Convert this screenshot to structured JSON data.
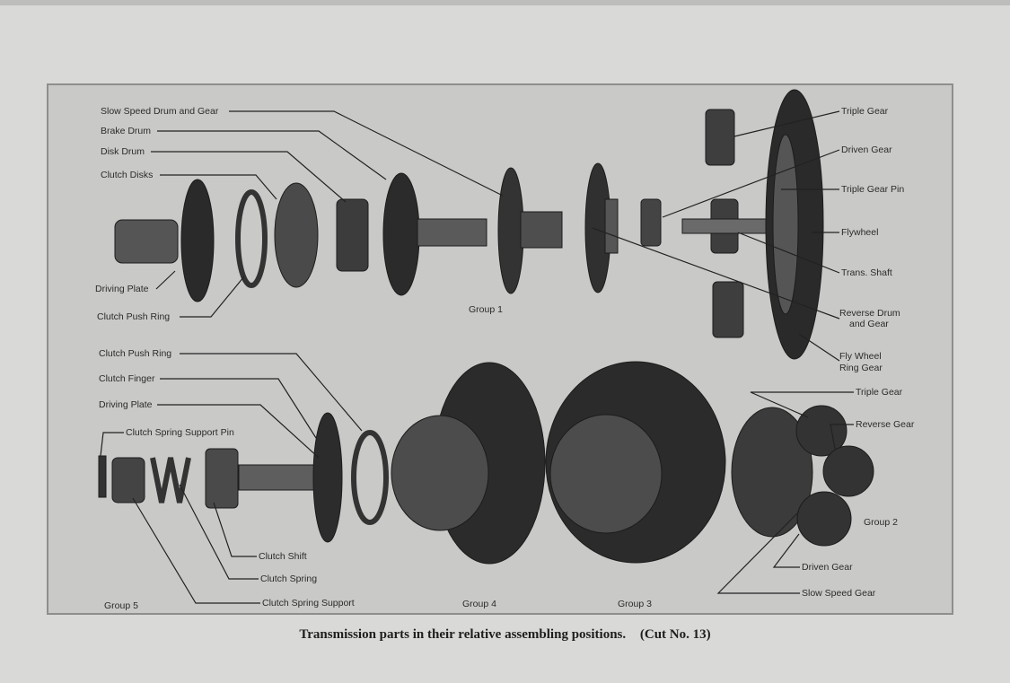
{
  "figure": {
    "group1_labels": {
      "slow_speed_drum": "Slow Speed Drum and Gear",
      "brake_drum": "Brake Drum",
      "disk_drum": "Disk Drum",
      "clutch_disks": "Clutch Disks",
      "driving_plate": "Driving Plate",
      "clutch_push_ring": "Clutch Push Ring",
      "triple_gear": "Triple Gear",
      "driven_gear": "Driven Gear",
      "triple_gear_pin": "Triple Gear Pin",
      "flywheel": "Flywheel",
      "trans_shaft": "Trans. Shaft",
      "reverse_drum_1": "Reverse Drum",
      "reverse_drum_2": "and Gear",
      "ring_gear_1": "Fly Wheel",
      "ring_gear_2": "Ring Gear",
      "group": "Group 1"
    },
    "lower_labels": {
      "clutch_push_ring": "Clutch Push Ring",
      "clutch_finger": "Clutch Finger",
      "driving_plate": "Driving Plate",
      "spring_support_pin": "Clutch Spring Support Pin",
      "clutch_shift": "Clutch Shift",
      "clutch_spring": "Clutch Spring",
      "spring_support": "Clutch Spring Support",
      "group5": "Group 5",
      "group4": "Group 4",
      "group3": "Group 3",
      "triple_gear": "Triple Gear",
      "reverse_gear": "Reverse Gear",
      "group2": "Group 2",
      "driven_gear": "Driven Gear",
      "slow_speed_gear": "Slow Speed Gear"
    }
  },
  "caption": {
    "text": "Transmission parts in their relative assembling positions.",
    "cut": "(Cut No. 13)"
  }
}
